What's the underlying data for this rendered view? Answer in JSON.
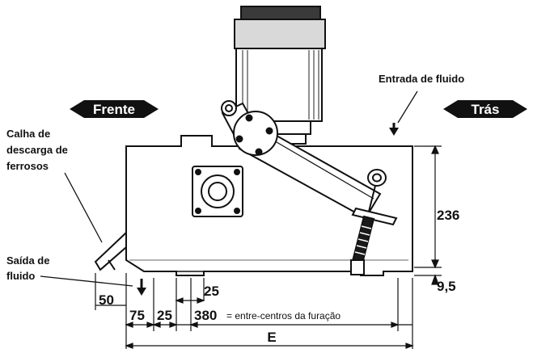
{
  "labels": {
    "front": "Frente",
    "back": "Trás",
    "fluid_inlet": "Entrada de fluido",
    "chute_line1": "Calha de",
    "chute_line2": "descarga de",
    "chute_line3": "ferrosos",
    "outlet_line1": "Saída de",
    "outlet_line2": "fluido"
  },
  "dimensions": {
    "height": "236",
    "base_gap": "9,5",
    "left_offset": "50",
    "foot_1": "75",
    "foot_2": "25",
    "foot_3": "25",
    "hole_centers_value": "380",
    "hole_centers_text": "= entre-centros da furação",
    "overall_length": "E"
  },
  "colors": {
    "ink": "#111111",
    "paper": "#ffffff",
    "motor_shade": "#6a6a6a",
    "spring": "#1a1a1a"
  }
}
